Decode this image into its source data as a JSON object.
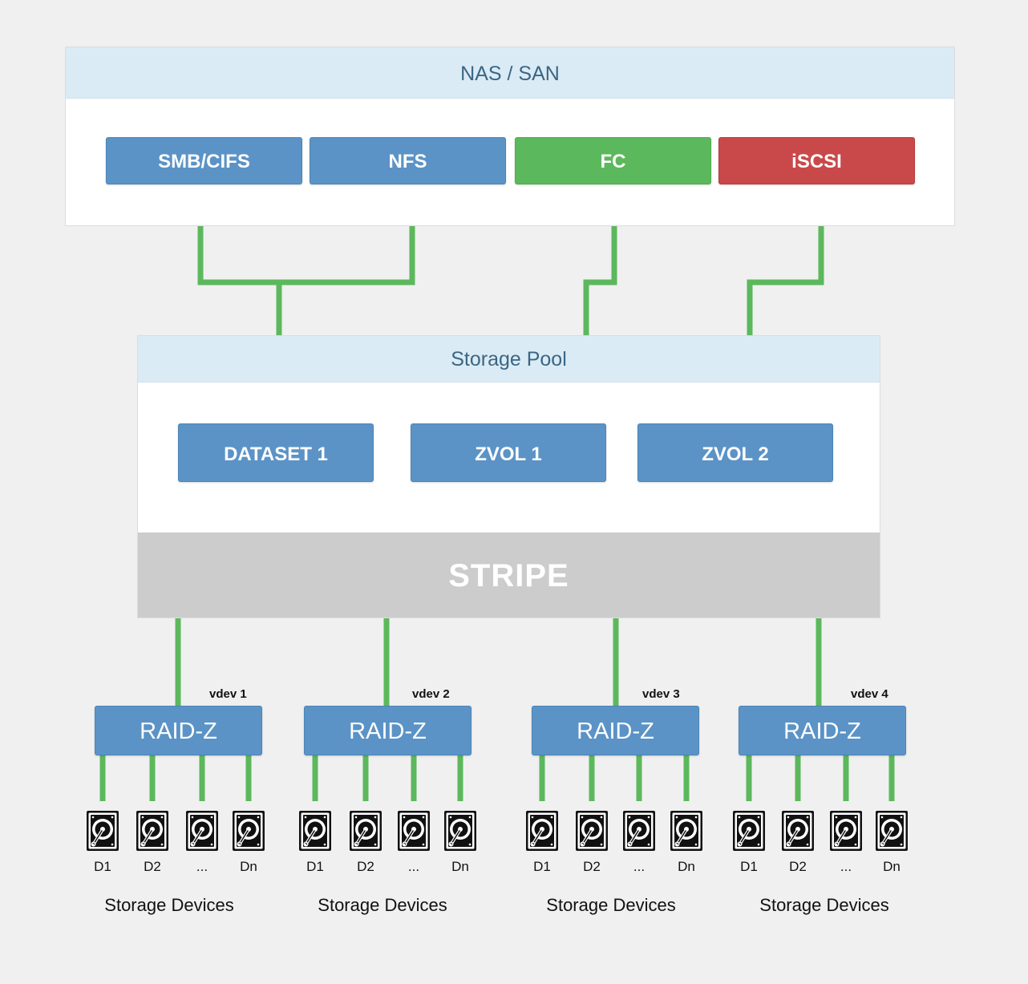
{
  "nas_panel": {
    "title": "NAS / SAN"
  },
  "protocols": [
    {
      "label": "SMB/CIFS",
      "color": "#5b93c6"
    },
    {
      "label": "NFS",
      "color": "#5b93c6"
    },
    {
      "label": "FC",
      "color": "#5cb85c"
    },
    {
      "label": "iSCSI",
      "color": "#c9494a"
    }
  ],
  "pool_panel": {
    "title": "Storage Pool"
  },
  "volumes": [
    {
      "label": "DATASET 1"
    },
    {
      "label": "ZVOL 1"
    },
    {
      "label": "ZVOL 2"
    }
  ],
  "stripe": {
    "label": "STRIPE"
  },
  "vdevs": [
    {
      "name": "vdev 1",
      "raid_label": "RAID-Z",
      "disks": [
        "D1",
        "D2",
        "...",
        "Dn"
      ],
      "group_label": "Storage Devices"
    },
    {
      "name": "vdev 2",
      "raid_label": "RAID-Z",
      "disks": [
        "D1",
        "D2",
        "...",
        "Dn"
      ],
      "group_label": "Storage Devices"
    },
    {
      "name": "vdev 3",
      "raid_label": "RAID-Z",
      "disks": [
        "D1",
        "D2",
        "...",
        "Dn"
      ],
      "group_label": "Storage Devices"
    },
    {
      "name": "vdev 4",
      "raid_label": "RAID-Z",
      "disks": [
        "D1",
        "D2",
        "...",
        "Dn"
      ],
      "group_label": "Storage Devices"
    }
  ],
  "colors": {
    "connector": "#5cb85c",
    "box_blue": "#5b93c6",
    "stripe_gray": "#cccccc"
  },
  "disk_icon": "hard-drive-icon"
}
